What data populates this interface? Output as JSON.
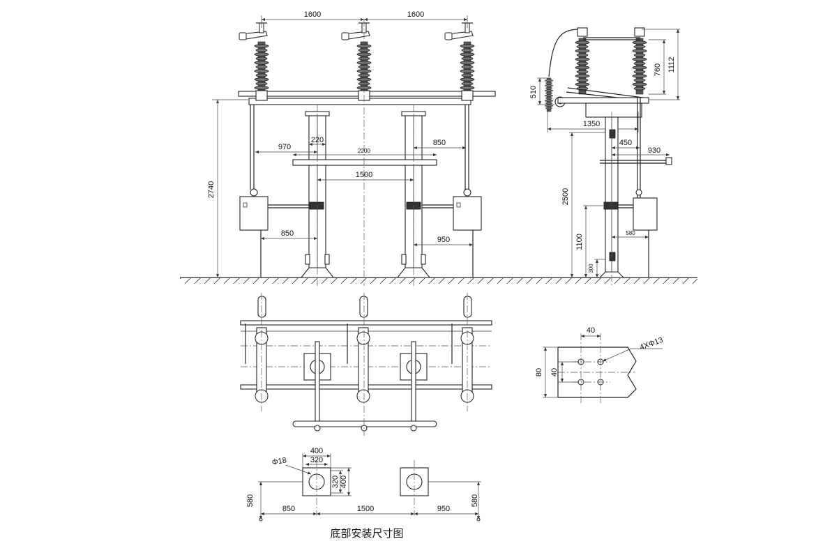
{
  "front_view": {
    "dims": {
      "d1600a": "1600",
      "d1600b": "1600",
      "d220": "220",
      "d970": "970",
      "d2200": "2200",
      "d850": "850",
      "d1500": "1500",
      "d2740": "2740",
      "d850b": "850",
      "d950": "950"
    }
  },
  "side_view": {
    "dims": {
      "d1112": "1112",
      "d760": "760",
      "d510": "510",
      "d1350": "1350",
      "d450": "450",
      "d930": "930",
      "d2500": "2500",
      "d1100": "1100",
      "d580": "580",
      "d300": "300"
    }
  },
  "hole_detail": {
    "dims": {
      "d40top": "40",
      "d80": "80",
      "d40left": "40"
    },
    "hole_note": "4XΦ13"
  },
  "base_plan": {
    "dims": {
      "d400": "400",
      "d320": "320",
      "d18": "Φ18",
      "d320v": "320",
      "d400v": "400",
      "d580l": "580",
      "d850": "850",
      "d1500": "1500",
      "d950": "950",
      "d580r": "580"
    },
    "caption": "底部安装尺寸图"
  }
}
